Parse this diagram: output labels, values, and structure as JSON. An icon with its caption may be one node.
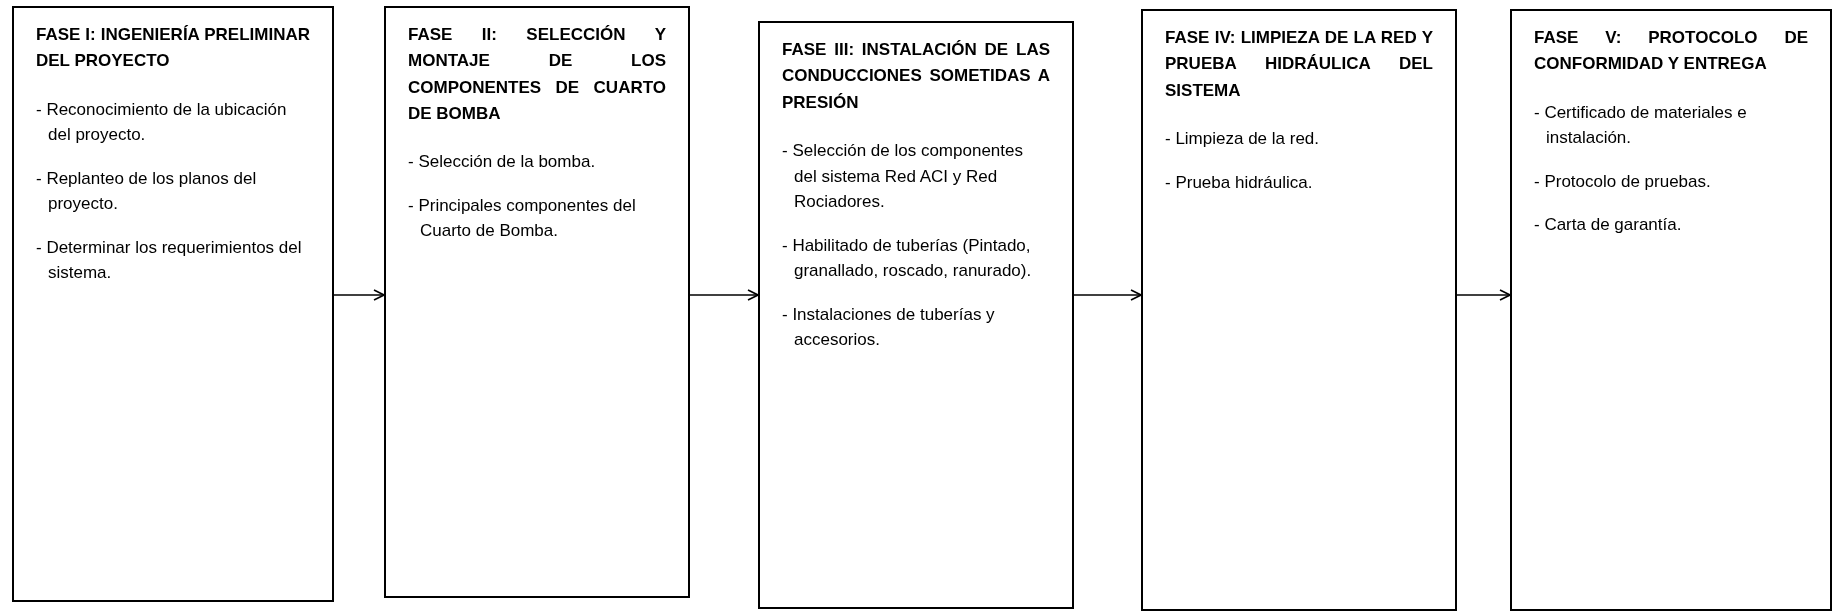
{
  "diagram": {
    "nodes": [
      {
        "text": [
          "FASE I: INGENIERÍA PRELIMINAR DEL PROYECTO",
          "- Reconocimiento de la ubicación del proyecto.",
          "- Replanteo de los planos del proyecto.",
          "- Determinar los requerimientos del sistema."
        ]
      },
      {
        "text": [
          "FASE II: SELECCIÓN Y MONTAJE DE LOS COMPONENTES DE CUARTO DE BOMBA",
          "- Selección de la bomba.",
          "- Principales componentes del Cuarto de Bomba."
        ]
      },
      {
        "text": [
          "FASE III: INSTALACIÓN DE LAS CONDUCCIONES SOMETIDAS A PRESIÓN",
          "- Selección de los componentes del sistema Red ACI y Red Rociadores.",
          "- Habilitado de tuberías (Pintado, granallado, roscado, ranurado).",
          "- Instalaciones de tuberías y accesorios."
        ]
      },
      {
        "text": [
          "FASE IV: LIMPIEZA DE LA RED Y PRUEBA HIDRÁULICA DEL SISTEMA",
          "- Limpieza de la red.",
          "- Prueba hidráulica."
        ]
      },
      {
        "text": [
          "FASE V: PROTOCOLO DE CONFORMIDAD Y ENTREGA",
          "- Certificado de materiales e instalación.",
          "- Protocolo de pruebas.",
          "- Carta de garantía."
        ]
      }
    ],
    "edges": [
      {
        "from": 0,
        "to": 1,
        "arrow": "to"
      },
      {
        "from": 1,
        "to": 2,
        "arrow": "to"
      },
      {
        "from": 2,
        "to": 3,
        "arrow": "to"
      },
      {
        "from": 3,
        "to": 4,
        "arrow": "to"
      }
    ]
  }
}
